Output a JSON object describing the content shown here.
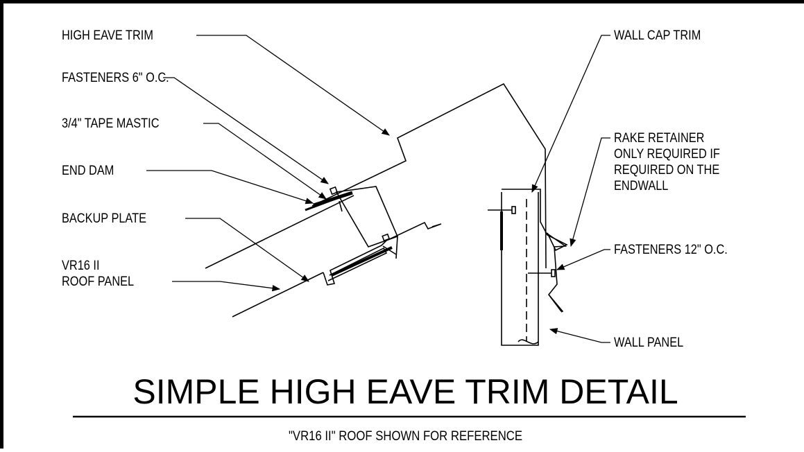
{
  "labels": {
    "high_eave_trim": "HIGH EAVE TRIM",
    "fasteners_6": "FASTENERS 6\" O.C.",
    "tape_mastic": "3/4\" TAPE MASTIC",
    "end_dam": "END DAM",
    "backup_plate": "BACKUP PLATE",
    "roof_panel_line1": "VR16 II",
    "roof_panel_line2": "ROOF PANEL",
    "wall_cap_trim": "WALL CAP TRIM",
    "rake_retainer_1": "RAKE RETAINER",
    "rake_retainer_2": "ONLY REQUIRED IF",
    "rake_retainer_3": "REQUIRED ON THE",
    "rake_retainer_4": "ENDWALL",
    "fasteners_12": "FASTENERS 12\" O.C.",
    "wall_panel": "WALL PANEL"
  },
  "title": "SIMPLE HIGH EAVE TRIM DETAIL",
  "subtitle": "\"VR16 II\" ROOF SHOWN FOR REFERENCE"
}
